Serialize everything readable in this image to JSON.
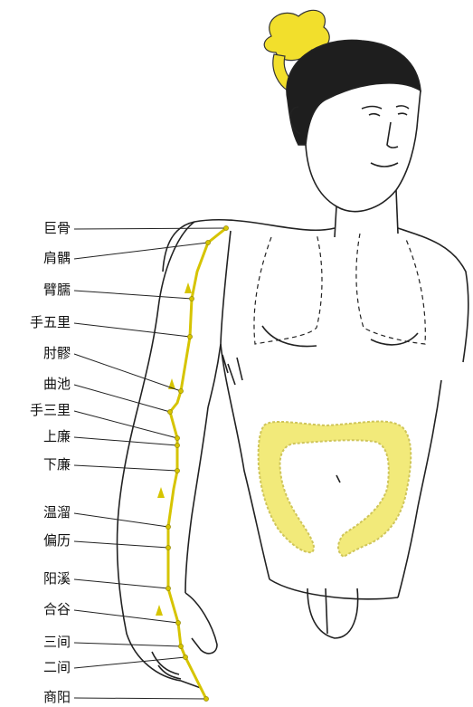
{
  "diagram": {
    "meridian_color": "#d6c400",
    "colon_color": "#f2ea7a",
    "line_color": "#222222",
    "points": [
      {
        "label": "巨骨"
      },
      {
        "label": "肩髃"
      },
      {
        "label": "臂臑"
      },
      {
        "label": "手五里"
      },
      {
        "label": "肘髎"
      },
      {
        "label": "曲池"
      },
      {
        "label": "手三里"
      },
      {
        "label": "上廉"
      },
      {
        "label": "下廉"
      },
      {
        "label": "温溜"
      },
      {
        "label": "偏历"
      },
      {
        "label": "阳溪"
      },
      {
        "label": "合谷"
      },
      {
        "label": "三间"
      },
      {
        "label": "二间"
      },
      {
        "label": "商阳"
      }
    ]
  }
}
